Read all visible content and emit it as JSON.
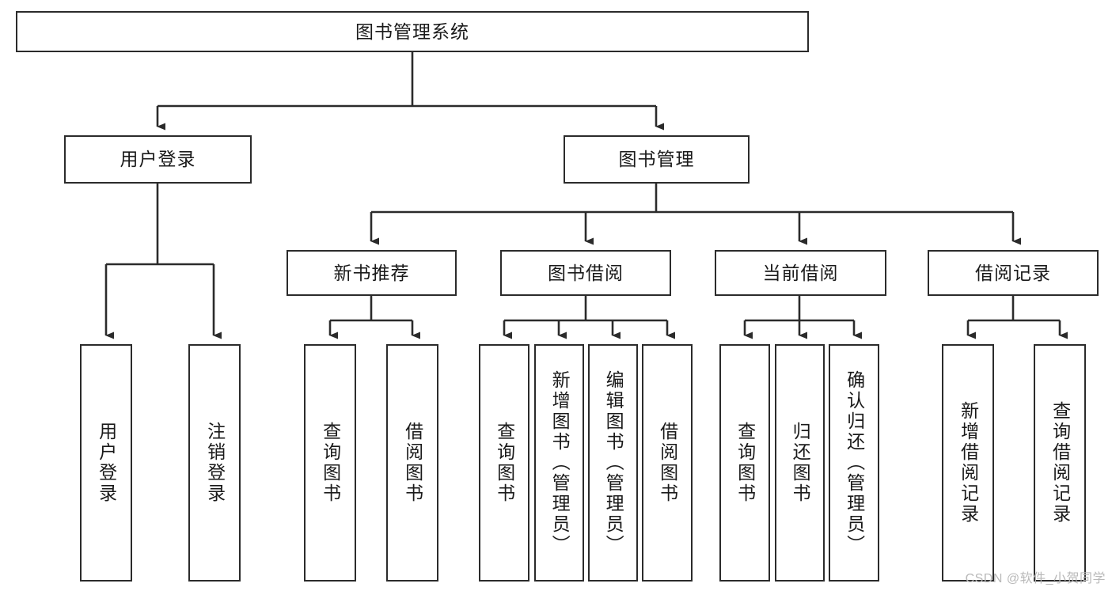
{
  "diagram": {
    "type": "tree",
    "title": "图书管理系统",
    "watermark": "CSDN @软件_小贺同学",
    "colors": {
      "box_border": "#2b2b2b",
      "box_fill": "#ffffff",
      "edge": "#2b2b2b",
      "text": "#1a1a1a",
      "watermark": "#b9b9b9"
    },
    "root": {
      "label": "图书管理系统"
    },
    "level2": [
      {
        "label": "用户登录"
      },
      {
        "label": "图书管理"
      }
    ],
    "level3": [
      {
        "label": "新书推荐"
      },
      {
        "label": "图书借阅"
      },
      {
        "label": "当前借阅"
      },
      {
        "label": "借阅记录"
      }
    ],
    "leaves": {
      "user_login": [
        {
          "label": "用户登录"
        },
        {
          "label": "注销登录"
        }
      ],
      "new_book_recommend": [
        {
          "label": "查询图书"
        },
        {
          "label": "借阅图书"
        }
      ],
      "book_borrow": [
        {
          "label": "查询图书"
        },
        {
          "label": "新增图书（管理员）"
        },
        {
          "label": "编辑图书（管理员）"
        },
        {
          "label": "借阅图书"
        }
      ],
      "current_borrow": [
        {
          "label": "查询图书"
        },
        {
          "label": "归还图书"
        },
        {
          "label": "确认归还（管理员）"
        }
      ],
      "borrow_records": [
        {
          "label": "新增借阅记录"
        },
        {
          "label": "查询借阅记录"
        }
      ]
    }
  }
}
